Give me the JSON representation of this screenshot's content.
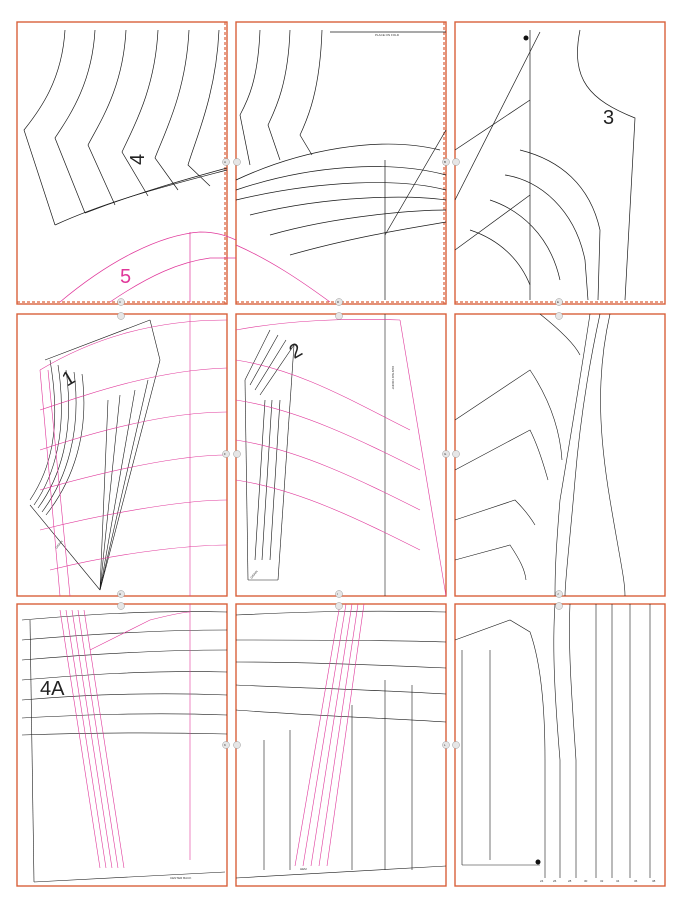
{
  "colors": {
    "frame": "#d9603b",
    "black_line": "#1a1a1a",
    "magenta_line": "#e0379a",
    "piece_5_label": "#e0379a"
  },
  "piece_labels": {
    "p1": "1",
    "p2": "2",
    "p3": "3",
    "p4": "4",
    "p4a": "4A",
    "p5": "5"
  },
  "tile_markers": {
    "A": "A",
    "B": "B",
    "C": "C",
    "D": "D",
    "E": "E",
    "F": "F",
    "G": "G",
    "H": "H",
    "I": "I",
    "J": "J",
    "K": "K",
    "L": "L"
  },
  "size_labels": [
    "24",
    "26",
    "28",
    "30",
    "32",
    "34",
    "36",
    "38"
  ],
  "fold_texts": {
    "top_middle": "PLACE ON FOLD",
    "middle_middle": "CENTER FRONT",
    "bottom_left": "CENTER BACK",
    "grain_1": "GRAIN",
    "grain_2": "GRAIN",
    "waist_bottom": "HEM"
  }
}
